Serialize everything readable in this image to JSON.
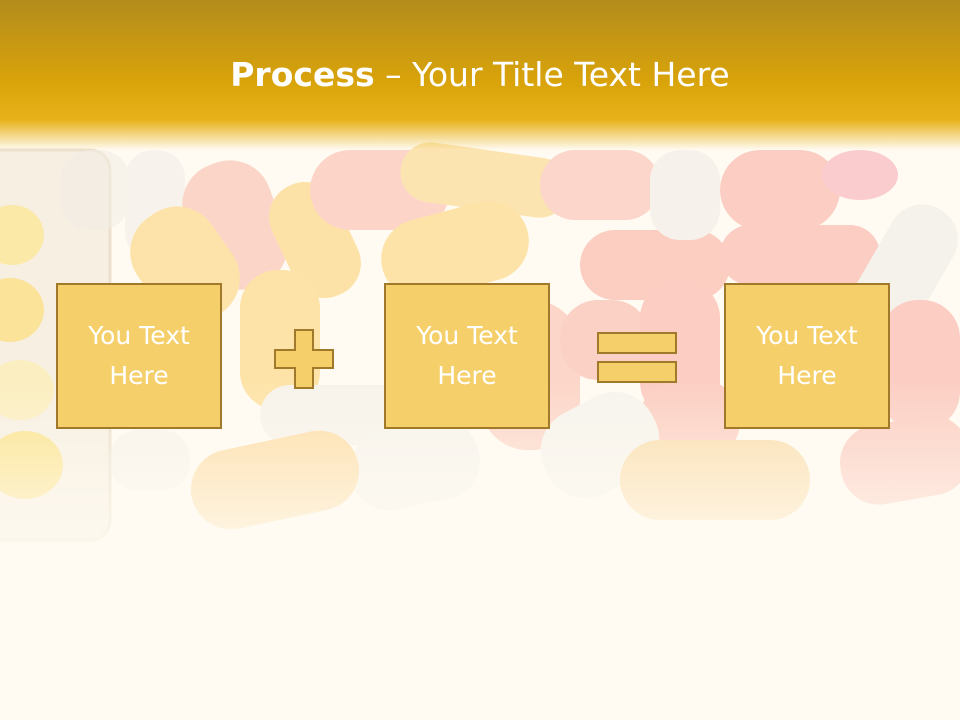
{
  "slide": {
    "title_bold": "Process",
    "title_rest": " – Your Title Text Here",
    "boxes": [
      {
        "text": "You Text\nHere"
      },
      {
        "text": "You Text\nHere"
      },
      {
        "text": "You Text\nHere"
      }
    ],
    "operators": [
      "plus-icon",
      "equals-icon"
    ]
  },
  "colors": {
    "header": "#d9a30a",
    "box_fill": "#f5cf6a",
    "box_border": "#a07a2a",
    "text": "#ffffff"
  }
}
